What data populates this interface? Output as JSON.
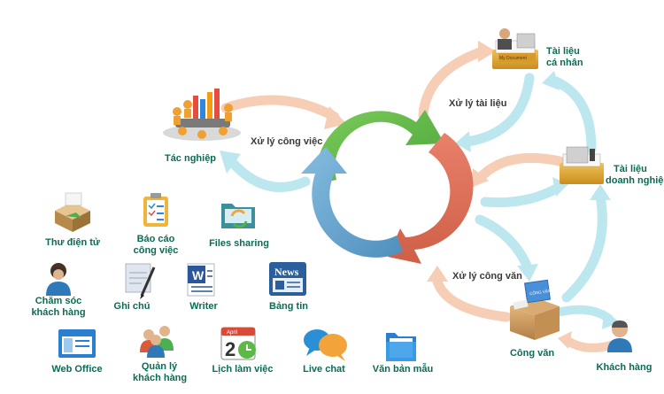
{
  "flows": {
    "xu_ly_cong_viec": "Xử lý công việc",
    "xu_ly_tai_lieu": "Xử lý tài liệu",
    "xu_ly_cong_van": "Xử lý công văn"
  },
  "nodes": {
    "tac_nghiep": "Tác nghiệp",
    "tai_lieu_ca_nhan": [
      "Tài liệu",
      "cá nhân"
    ],
    "tai_lieu_doanh_nghiep": [
      "Tài liệu",
      "doanh nghiệp"
    ],
    "cong_van": "Công văn",
    "khach_hang": "Khách hàng"
  },
  "folder_badge": "My Document",
  "box_badge": "CÔNG VĂN",
  "apps": {
    "thu_dien_tu": "Thư điện tử",
    "bao_cao": [
      "Báo cáo",
      "công việc"
    ],
    "files_sharing": "Files sharing",
    "cham_soc": [
      "Chăm sóc",
      "khách hàng"
    ],
    "ghi_chu": "Ghi chú",
    "writer": "Writer",
    "bang_tin": "Bảng tin",
    "web_office": "Web Office",
    "quan_ly": [
      "Quản lý",
      "khách hàng"
    ],
    "lich_lam_viec": "Lịch làm việc",
    "live_chat": "Live chat",
    "van_ban_mau": "Văn bản mẫu"
  },
  "icon_text": {
    "news": "News",
    "calendar_month": "April",
    "calendar_day": "2",
    "writer_letter": "W"
  },
  "colors": {
    "green_arc": "#5cb847",
    "orange_arc": "#e0735a",
    "blue_arc": "#6ba7cf",
    "peach_arrow": "#f6cdb5",
    "cyan_arrow": "#bde7ef",
    "label_green": "#0b6b55"
  }
}
